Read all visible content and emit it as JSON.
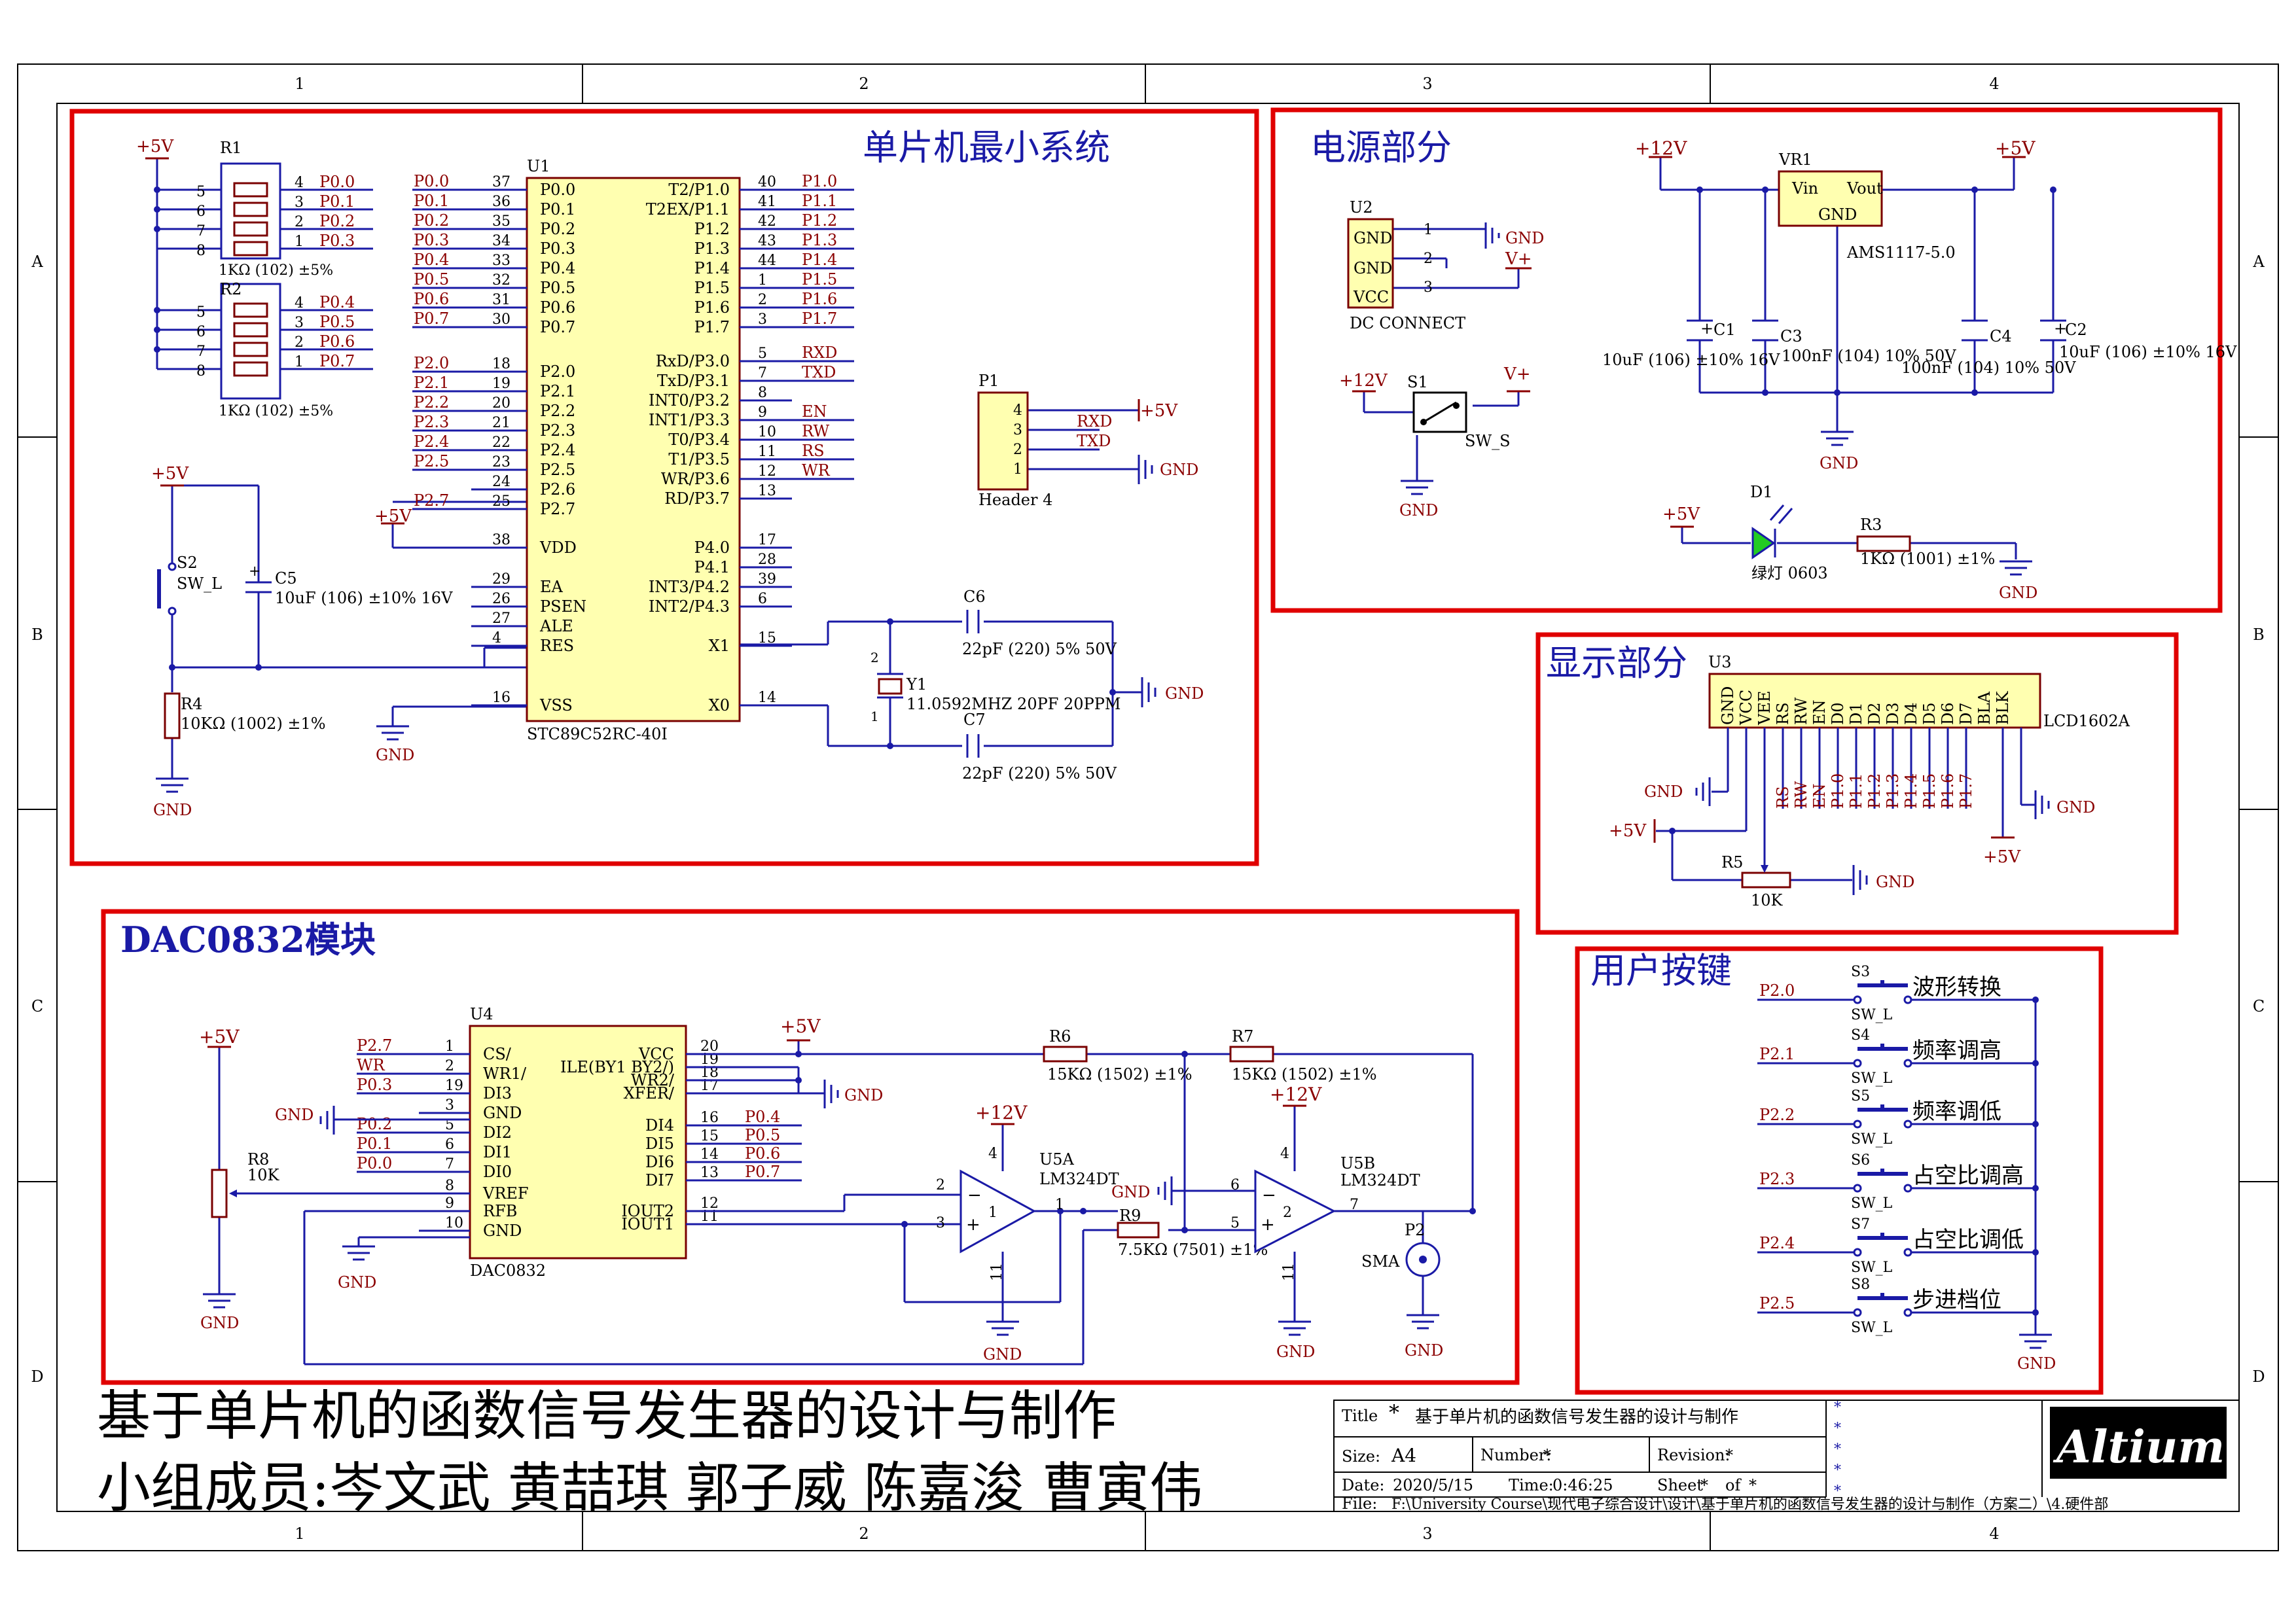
{
  "frame": {
    "zones_top": [
      "1",
      "2",
      "3",
      "4"
    ],
    "zones_side": [
      "A",
      "B",
      "C",
      "D"
    ]
  },
  "sections": {
    "mcu": "单片机最小系统",
    "power": "电源部分",
    "display": "显示部分",
    "dac": "DAC0832模块",
    "keys": "用户按键"
  },
  "project": {
    "title_line": "基于单片机的函数信号发生器的设计与制作",
    "members_line": "小组成员:岑文武 黄喆琪 郭子威 陈嘉浚 曹寅伟"
  },
  "title_block": {
    "title_label": "Title",
    "title_star": "*",
    "title_value": "基于单片机的函数信号发生器的设计与制作",
    "size_label": "Size:",
    "size_value": "A4",
    "number_label": "Number:",
    "number_value": "*",
    "revision_label": "Revision:",
    "revision_value": "*",
    "date_label": "Date:",
    "date_value": "2020/5/15",
    "time_label": "Time:",
    "time_value": "0:46:25",
    "sheet_label": "Sheet",
    "sheet_value": "*",
    "of_label": "of",
    "of_value": "*",
    "file_label": "File:",
    "file_value": "F:\\University Course\\现代电子综合设计\\设计\\基于单片机的函数信号发生器的设计与制作（方案二）\\4.硬件部",
    "stars": [
      "*",
      "*",
      "*",
      "*",
      "*"
    ],
    "logo": "Altium."
  },
  "colors": {
    "wire": "#1a1aa6",
    "component_fill": "#ffffb0",
    "component_stroke": "#7a0000",
    "pin_text": "#7a0000",
    "net_label": "#8b0000",
    "section_border": "#e00000",
    "section_title": "#1a1aa6",
    "text": "#000000"
  },
  "mcu": {
    "vcc": "+5V",
    "r1": {
      "ref": "R1",
      "value": "1KΩ (102) ±5%",
      "left_pins": [
        "5",
        "6",
        "7",
        "8"
      ],
      "right_pins": [
        "4",
        "3",
        "2",
        "1"
      ],
      "nets": [
        "P0.0",
        "P0.1",
        "P0.2",
        "P0.3"
      ]
    },
    "r2": {
      "ref": "R2",
      "value": "1KΩ (102) ±5%",
      "left_pins": [
        "5",
        "6",
        "7",
        "8"
      ],
      "right_pins": [
        "4",
        "3",
        "2",
        "1"
      ],
      "nets": [
        "P0.4",
        "P0.5",
        "P0.6",
        "P0.7"
      ]
    },
    "u1": {
      "ref": "U1",
      "part": "STC89C52RC-40I",
      "left": [
        {
          "net": "P0.0",
          "num": "37",
          "name": "P0.0"
        },
        {
          "net": "P0.1",
          "num": "36",
          "name": "P0.1"
        },
        {
          "net": "P0.2",
          "num": "35",
          "name": "P0.2"
        },
        {
          "net": "P0.3",
          "num": "34",
          "name": "P0.3"
        },
        {
          "net": "P0.4",
          "num": "33",
          "name": "P0.4"
        },
        {
          "net": "P0.5",
          "num": "32",
          "name": "P0.5"
        },
        {
          "net": "P0.6",
          "num": "31",
          "name": "P0.6"
        },
        {
          "net": "P0.7",
          "num": "30",
          "name": "P0.7"
        },
        {
          "net": "P2.0",
          "num": "18",
          "name": "P2.0"
        },
        {
          "net": "P2.1",
          "num": "19",
          "name": "P2.1"
        },
        {
          "net": "P2.2",
          "num": "20",
          "name": "P2.2"
        },
        {
          "net": "P2.3",
          "num": "21",
          "name": "P2.3"
        },
        {
          "net": "P2.4",
          "num": "22",
          "name": "P2.4"
        },
        {
          "net": "P2.5",
          "num": "23",
          "name": "P2.5"
        },
        {
          "net": "",
          "num": "24",
          "name": "P2.6"
        },
        {
          "net": "P2.7",
          "num": "25",
          "name": "P2.7"
        },
        {
          "net": "",
          "num": "38",
          "name": "VDD"
        },
        {
          "net": "",
          "num": "29",
          "name": "EA"
        },
        {
          "net": "",
          "num": "26",
          "name": "PSEN"
        },
        {
          "net": "",
          "num": "27",
          "name": "ALE"
        },
        {
          "net": "",
          "num": "4",
          "name": "RES"
        },
        {
          "net": "",
          "num": "16",
          "name": "VSS"
        }
      ],
      "right": [
        {
          "num": "40",
          "name": "T2/P1.0",
          "net": "P1.0"
        },
        {
          "num": "41",
          "name": "T2EX/P1.1",
          "net": "P1.1"
        },
        {
          "num": "42",
          "name": "P1.2",
          "net": "P1.2"
        },
        {
          "num": "43",
          "name": "P1.3",
          "net": "P1.3"
        },
        {
          "num": "44",
          "name": "P1.4",
          "net": "P1.4"
        },
        {
          "num": "1",
          "name": "P1.5",
          "net": "P1.5"
        },
        {
          "num": "2",
          "name": "P1.6",
          "net": "P1.6"
        },
        {
          "num": "3",
          "name": "P1.7",
          "net": "P1.7"
        },
        {
          "num": "5",
          "name": "RxD/P3.0",
          "net": "RXD"
        },
        {
          "num": "7",
          "name": "TxD/P3.1",
          "net": "TXD"
        },
        {
          "num": "8",
          "name": "INT0/P3.2",
          "net": ""
        },
        {
          "num": "9",
          "name": "INT1/P3.3",
          "net": "EN"
        },
        {
          "num": "10",
          "name": "T0/P3.4",
          "net": "RW"
        },
        {
          "num": "11",
          "name": "T1/P3.5",
          "net": "RS"
        },
        {
          "num": "12",
          "name": "WR/P3.6",
          "net": "WR"
        },
        {
          "num": "13",
          "name": "RD/P3.7",
          "net": ""
        },
        {
          "num": "17",
          "name": "P4.0",
          "net": ""
        },
        {
          "num": "28",
          "name": "P4.1",
          "net": ""
        },
        {
          "num": "39",
          "name": "INT3/P4.2",
          "net": ""
        },
        {
          "num": "6",
          "name": "INT2/P4.3",
          "net": ""
        },
        {
          "num": "15",
          "name": "X1",
          "net": ""
        },
        {
          "num": "14",
          "name": "X0",
          "net": ""
        }
      ]
    },
    "vdd_net": "+5V",
    "vss_net": "GND",
    "s2": {
      "ref": "S2",
      "value": "SW_L"
    },
    "c5": {
      "ref": "C5",
      "value": "10uF (106) ±10% 16V"
    },
    "r4": {
      "ref": "R4",
      "value": "10KΩ (1002) ±1%"
    },
    "c6": {
      "ref": "C6",
      "value": "22pF (220) 5% 50V"
    },
    "c7": {
      "ref": "C7",
      "value": "22pF (220) 5% 50V"
    },
    "y1": {
      "ref": "Y1",
      "value": "11.0592MHZ 20PF 20PPM",
      "pin_top": "2",
      "pin_bottom": "1"
    },
    "p1": {
      "ref": "P1",
      "part": "Header 4",
      "pins": [
        "4",
        "3",
        "2",
        "1"
      ],
      "nets": [
        "RXD",
        "TXD"
      ]
    },
    "gnd": "GND",
    "vcc_label": "+5V"
  },
  "power": {
    "u2": {
      "ref": "U2",
      "part": "DC CONNECT",
      "pins": [
        {
          "name": "GND",
          "num": "1"
        },
        {
          "name": "GND",
          "num": "2"
        },
        {
          "name": "VCC",
          "num": "3"
        }
      ]
    },
    "s1": {
      "ref": "S1",
      "value": "SW_S"
    },
    "vr1": {
      "ref": "VR1",
      "part": "AMS1117-5.0",
      "vin": "Vin",
      "vout": "Vout",
      "gnd": "GND"
    },
    "c1": {
      "ref": "C1",
      "value": "10uF (106) ±10% 16V"
    },
    "c3": {
      "ref": "C3",
      "value": "100nF (104) 10% 50V"
    },
    "c4": {
      "ref": "C4",
      "value": "100nF (104) 10% 50V"
    },
    "c2": {
      "ref": "C2",
      "value": "10uF (106) ±10% 16V"
    },
    "d1": {
      "ref": "D1",
      "value": "绿灯 0603"
    },
    "r3": {
      "ref": "R3",
      "value": "1KΩ (1001) ±1%"
    },
    "v12": "+12V",
    "v5": "+5V",
    "vplus": "V+",
    "gnd": "GND"
  },
  "display": {
    "u3": {
      "ref": "U3",
      "part": "LCD1602A",
      "pins": [
        "GND",
        "VCC",
        "VEE",
        "RS",
        "RW",
        "EN",
        "D0",
        "D1",
        "D2",
        "D3",
        "D4",
        "D5",
        "D6",
        "D7",
        "BLA",
        "BLK"
      ]
    },
    "nets": [
      "RS",
      "RW",
      "EN",
      "P1.0",
      "P1.1",
      "P1.2",
      "P1.3",
      "P1.4",
      "P1.5",
      "P1.6",
      "P1.7"
    ],
    "r5": {
      "ref": "R5",
      "value": "10K"
    },
    "gnd": "GND",
    "v5": "+5V"
  },
  "dac": {
    "u4": {
      "ref": "U4",
      "part": "DAC0832",
      "left": [
        {
          "net": "P2.7",
          "num": "1",
          "name": "CS/"
        },
        {
          "net": "WR",
          "num": "2",
          "name": "WR1/"
        },
        {
          "net": "P0.3",
          "num": "19",
          "name": "DI3"
        },
        {
          "net": "",
          "num": "3",
          "name": "GND"
        },
        {
          "net": "P0.2",
          "num": "5",
          "name": "DI2"
        },
        {
          "net": "P0.1",
          "num": "6",
          "name": "DI1"
        },
        {
          "net": "P0.0",
          "num": "7",
          "name": "DI0"
        },
        {
          "net": "",
          "num": "8",
          "name": "VREF"
        },
        {
          "net": "",
          "num": "9",
          "name": "RFB"
        },
        {
          "net": "",
          "num": "10",
          "name": "GND"
        }
      ],
      "right": [
        {
          "num": "20",
          "name": "VCC",
          "net": ""
        },
        {
          "num": "19",
          "name": "ILE(BY1 BY2/)",
          "net": ""
        },
        {
          "num": "18",
          "name": "WR2/",
          "net": ""
        },
        {
          "num": "17",
          "name": "XFER/",
          "net": ""
        },
        {
          "num": "16",
          "name": "DI4",
          "net": "P0.4"
        },
        {
          "num": "15",
          "name": "DI5",
          "net": "P0.5"
        },
        {
          "num": "14",
          "name": "DI6",
          "net": "P0.6"
        },
        {
          "num": "13",
          "name": "DI7",
          "net": "P0.7"
        },
        {
          "num": "12",
          "name": "IOUT2",
          "net": ""
        },
        {
          "num": "11",
          "name": "IOUT1",
          "net": ""
        }
      ]
    },
    "left_pin3_num": "3",
    "r8": {
      "ref": "R8",
      "value": "10K"
    },
    "r6": {
      "ref": "R6",
      "value": "15KΩ (1502) ±1%"
    },
    "r7": {
      "ref": "R7",
      "value": "15KΩ (1502) ±1%"
    },
    "r9": {
      "ref": "R9",
      "value": "7.5KΩ (7501) ±1%"
    },
    "u5a": {
      "ref": "U5A",
      "part": "LM324DT",
      "n": "1",
      "pins": [
        "2",
        "3",
        "1",
        "4",
        "11"
      ]
    },
    "u5b": {
      "ref": "U5B",
      "part": "LM324DT",
      "n": "2",
      "pins": [
        "6",
        "5",
        "7",
        "4",
        "11"
      ]
    },
    "p2": {
      "ref": "P2",
      "part": "SMA"
    },
    "v5": "+5V",
    "v12": "+12V",
    "gnd": "GND"
  },
  "keys": {
    "items": [
      {
        "ref": "S3",
        "net": "P2.0",
        "label": "波形转换",
        "value": "SW_L"
      },
      {
        "ref": "S4",
        "net": "P2.1",
        "label": "频率调高",
        "value": "SW_L"
      },
      {
        "ref": "S5",
        "net": "P2.2",
        "label": "频率调低",
        "value": "SW_L"
      },
      {
        "ref": "S6",
        "net": "P2.3",
        "label": "占空比调高",
        "value": "SW_L"
      },
      {
        "ref": "S7",
        "net": "P2.4",
        "label": "占空比调低",
        "value": "SW_L"
      },
      {
        "ref": "S8",
        "net": "P2.5",
        "label": "步进档位",
        "value": "SW_L"
      }
    ],
    "gnd": "GND"
  }
}
